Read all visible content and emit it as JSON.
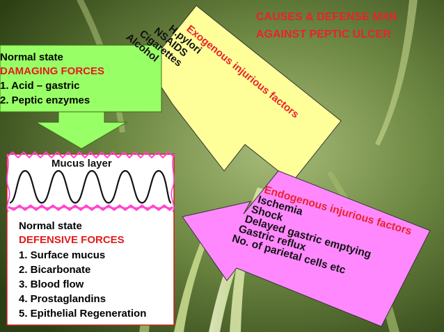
{
  "slide": {
    "title_line1": "CAUSES & DEFENSE MXN",
    "title_line2": "AGAINST PEPTIC ULCER"
  },
  "damaging_box": {
    "heading": "Normal state",
    "subheading": "DAMAGING FORCES",
    "items": [
      "1.  Acid – gastric",
      "2.  Peptic enzymes"
    ]
  },
  "mucus": {
    "label": "Mucus layer"
  },
  "defensive_box": {
    "heading": "Normal state",
    "subheading": "DEFENSIVE FORCES",
    "items": [
      "1.  Surface mucus",
      "2.  Bicarbonate",
      "3.  Blood flow",
      "4.  Prostaglandins",
      "5.  Epithelial Regeneration"
    ]
  },
  "exogenous": {
    "heading": "Exogenous injurious factors",
    "items": [
      "H.pylori",
      "NSAIDS",
      "Cigarettes",
      "Alcohol"
    ]
  },
  "endogenous": {
    "heading": "Endogenous injurious factors",
    "items": [
      "Ischemia",
      "Shock",
      "Delayed gastric emptying",
      "Gastric reflux",
      "No. of parietal cells etc"
    ]
  },
  "colors": {
    "green_box": "#99ff66",
    "yellow_box": "#ffff99",
    "pink_box": "#ff88ff",
    "title": "#e8232b",
    "mucus_wave": "#ff44cc",
    "mucus_stroke": "#000000"
  }
}
